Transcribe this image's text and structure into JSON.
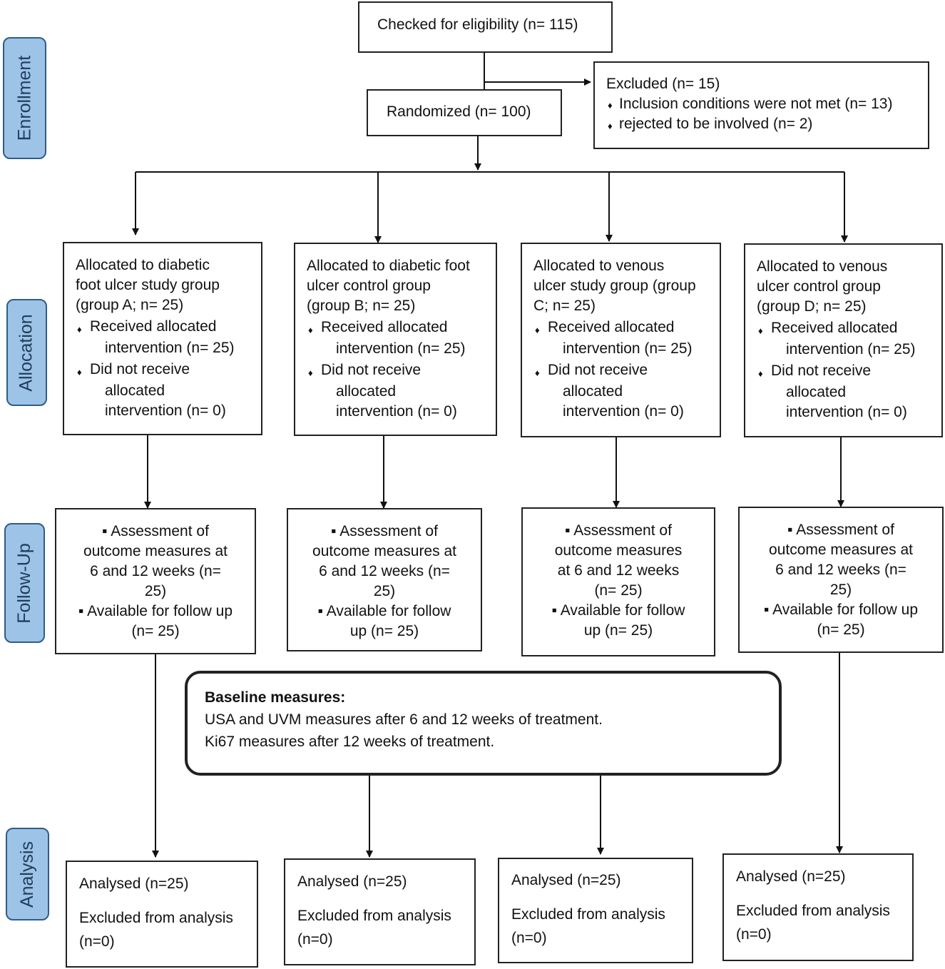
{
  "stages": [
    "Enrollment",
    "Allocation",
    "Follow-Up",
    "Analysis"
  ],
  "eligibility": "Checked for eligibility (n= 115)",
  "randomized": "Randomized (n= 100)",
  "excluded": {
    "title": "Excluded (n= 15)",
    "items": [
      "Inclusion conditions were not met (n= 13)",
      "rejected to be involved (n= 2)"
    ]
  },
  "allocation": [
    {
      "head": [
        "Allocated to diabetic",
        "foot ulcer study group",
        "(group A; n= 25)"
      ]
    },
    {
      "head": [
        "Allocated to diabetic foot",
        "ulcer control group",
        "(group B; n= 25)"
      ]
    },
    {
      "head": [
        "Allocated to venous",
        "ulcer study group (group",
        "C; n= 25)"
      ]
    },
    {
      "head": [
        "Allocated to venous",
        "ulcer control group",
        "(group D; n= 25)"
      ]
    }
  ],
  "allocation_items": {
    "received": [
      "Received allocated",
      "intervention (n= 25)"
    ],
    "not_received": [
      "Did not receive",
      "allocated",
      "intervention (n= 0)"
    ]
  },
  "followup": [
    {
      "assess": [
        "Assessment of",
        "outcome measures at",
        "6 and 12 weeks (n=",
        "25)"
      ],
      "avail": [
        "Available for follow up",
        "(n= 25)"
      ]
    },
    {
      "assess": [
        "Assessment of",
        "outcome measures at",
        "6 and 12 weeks (n=",
        "25)"
      ],
      "avail": [
        "Available for follow",
        "up (n= 25)"
      ]
    },
    {
      "assess": [
        "Assessment of",
        "outcome measures",
        "at 6 and 12 weeks",
        "(n= 25)"
      ],
      "avail": [
        "Available for follow",
        "up (n= 25)"
      ]
    },
    {
      "assess": [
        "Assessment of",
        "outcome measures at",
        "6 and 12 weeks (n=",
        "25)"
      ],
      "avail": [
        "Available for follow up",
        "(n= 25)"
      ]
    }
  ],
  "baseline": {
    "title": "Baseline measures:",
    "lines": [
      "USA and UVM measures after 6 and 12 weeks of treatment.",
      "Ki67 measures after 12 weeks of treatment."
    ]
  },
  "analysis": {
    "analysed": "Analysed (n=25)",
    "excluded_label": "Excluded from analysis",
    "excluded_value": "(n=0)"
  }
}
